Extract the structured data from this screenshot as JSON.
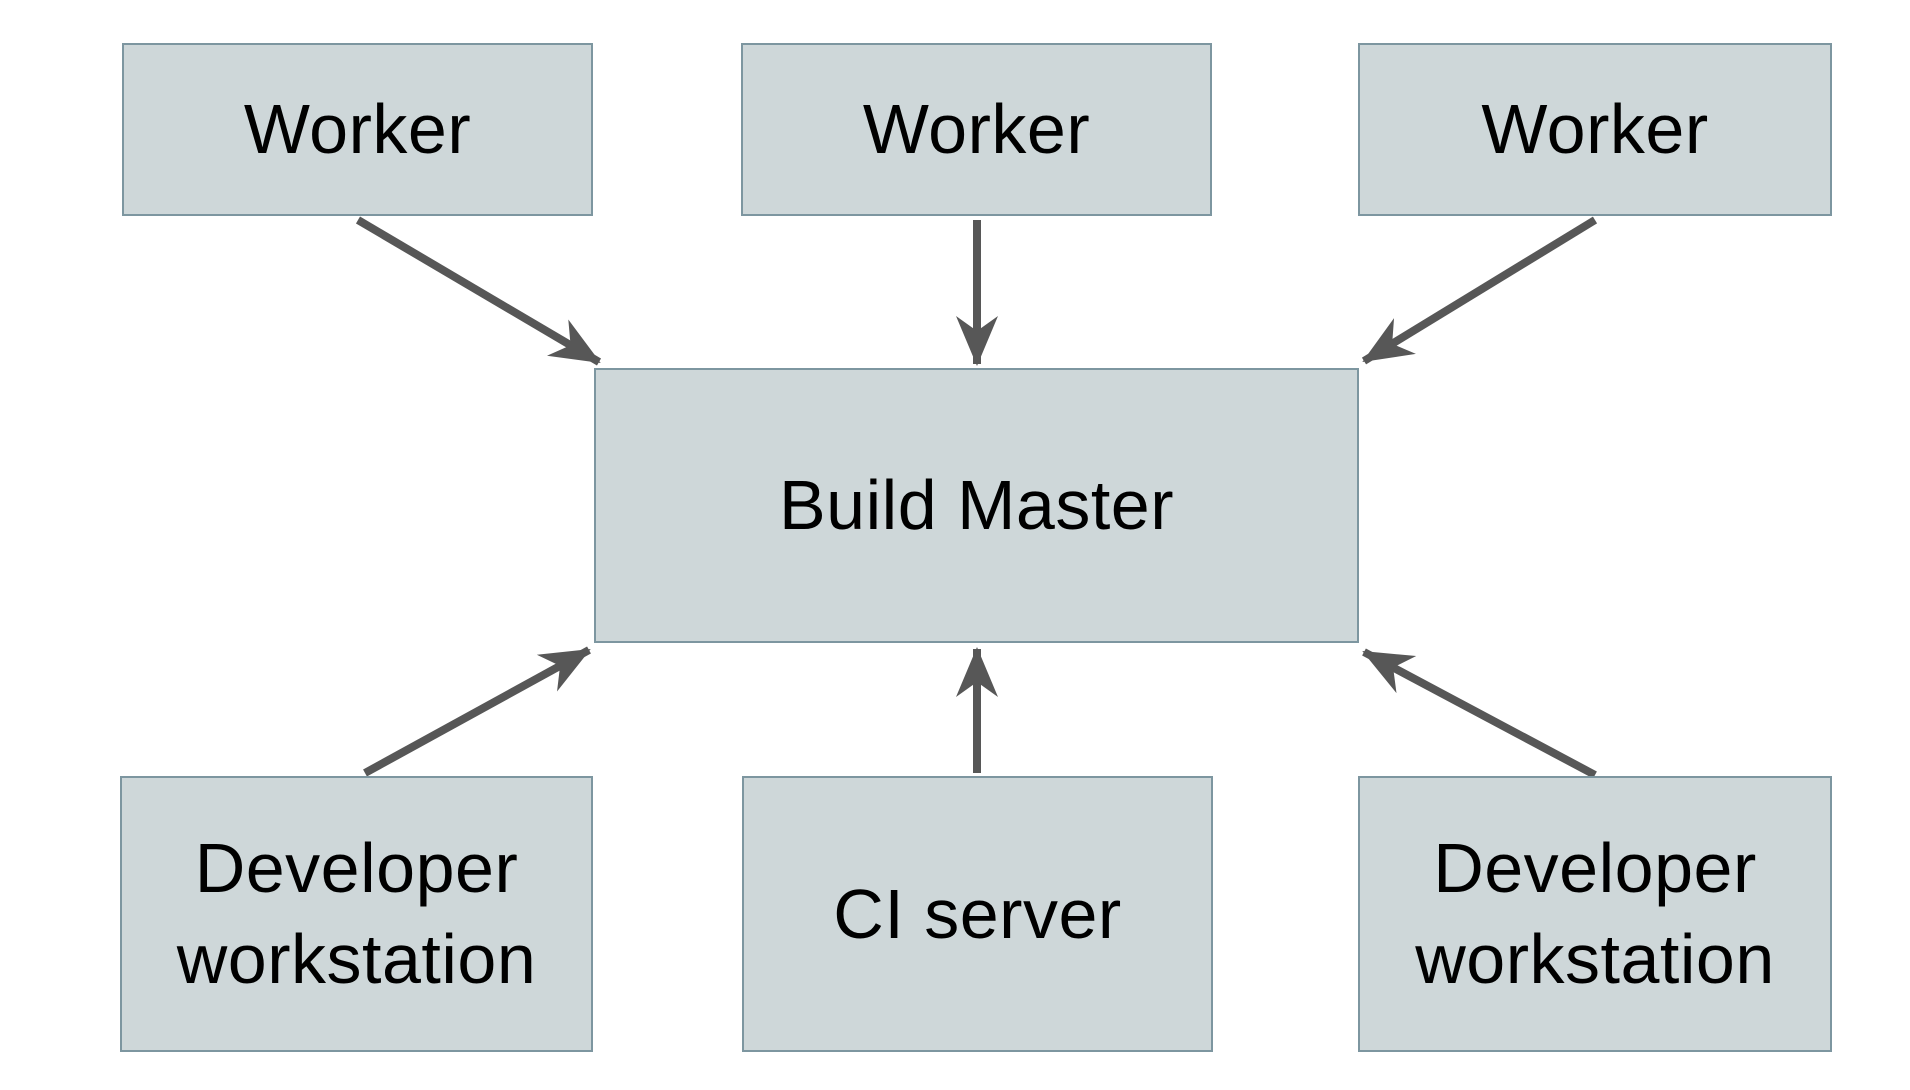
{
  "diagram": {
    "type": "architecture-diagram",
    "colors": {
      "background": "#ffffff",
      "node_fill": "#ced7d9",
      "node_border": "#7d96a0",
      "arrow": "#575757",
      "text": "#000000"
    },
    "nodes": {
      "worker_1": {
        "label": "Worker"
      },
      "worker_2": {
        "label": "Worker"
      },
      "worker_3": {
        "label": "Worker"
      },
      "build_master": {
        "label": "Build Master"
      },
      "dev_workstation_1": {
        "line1": "Developer",
        "line2": "workstation"
      },
      "ci_server": {
        "label": "CI server"
      },
      "dev_workstation_2": {
        "line1": "Developer",
        "line2": "workstation"
      }
    },
    "edges": [
      {
        "from": "worker_1",
        "to": "build_master"
      },
      {
        "from": "worker_2",
        "to": "build_master"
      },
      {
        "from": "worker_3",
        "to": "build_master"
      },
      {
        "from": "dev_workstation_1",
        "to": "build_master"
      },
      {
        "from": "ci_server",
        "to": "build_master"
      },
      {
        "from": "dev_workstation_2",
        "to": "build_master"
      }
    ]
  }
}
